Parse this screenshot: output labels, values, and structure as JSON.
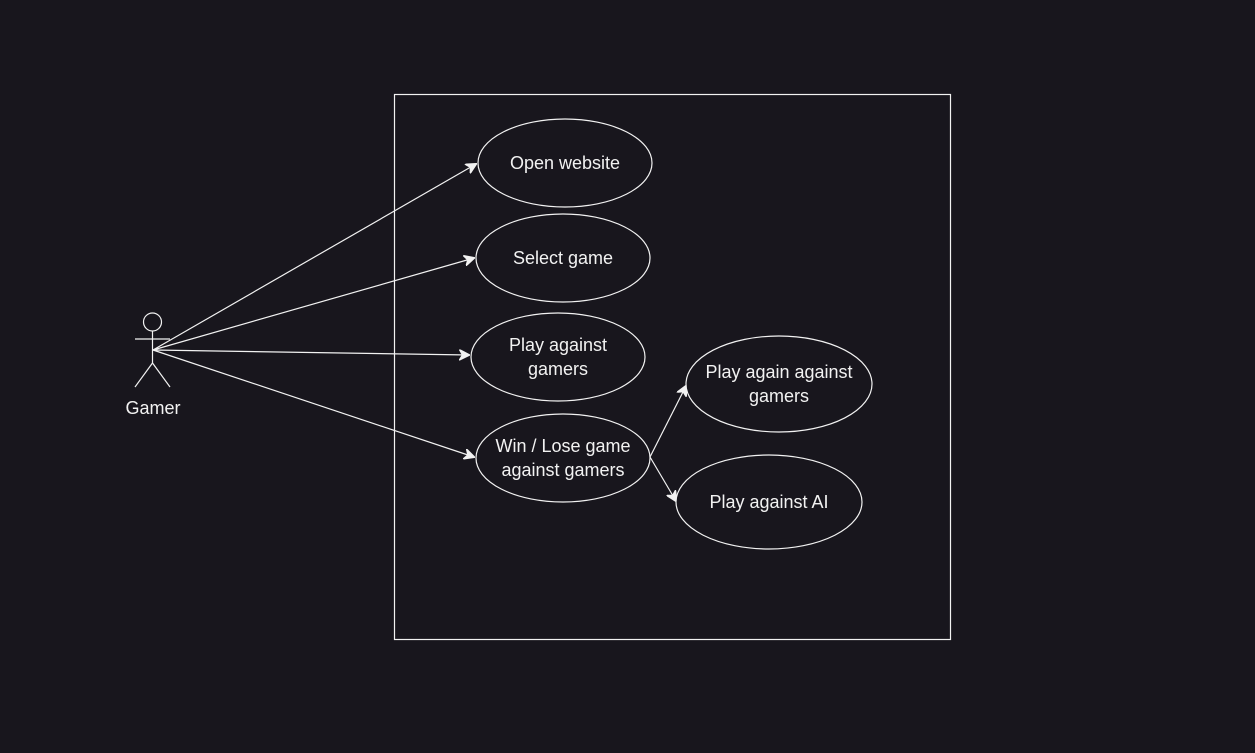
{
  "colors": {
    "background": "#18161d",
    "foreground": "#f2f2f2"
  },
  "actor": {
    "name": "Gamer",
    "icon": "stick-figure-icon"
  },
  "use_cases": {
    "open_website": [
      "Open website"
    ],
    "select_game": [
      "Select game"
    ],
    "play_against_gamers": [
      "Play against",
      "gamers"
    ],
    "win_lose_game": [
      "Win / Lose game",
      "against gamers"
    ],
    "play_again": [
      "Play again against",
      "gamers"
    ],
    "play_against_ai": [
      "Play against AI"
    ]
  }
}
